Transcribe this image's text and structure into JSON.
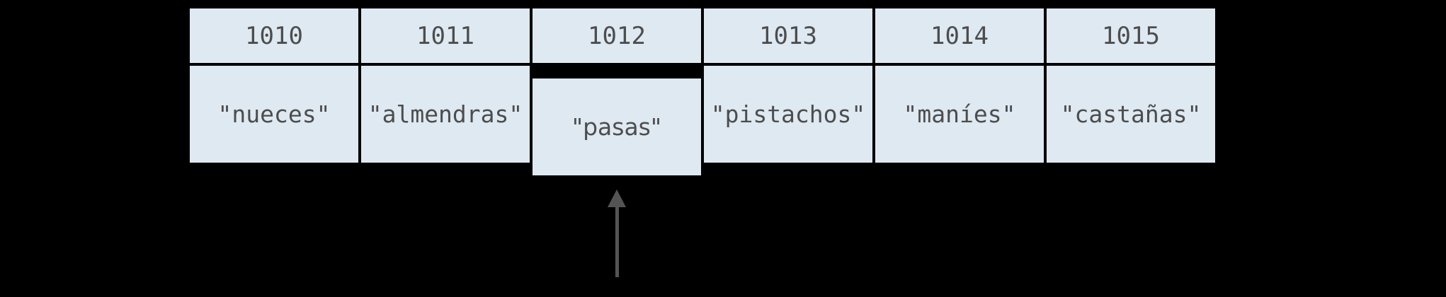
{
  "memory_diagram": {
    "cells": [
      {
        "address": "1010",
        "value": "\"nueces\""
      },
      {
        "address": "1011",
        "value": "\"almendras\""
      },
      {
        "address": "1012",
        "value": "\"pasas\"",
        "highlighted": true
      },
      {
        "address": "1013",
        "value": "\"pistachos\""
      },
      {
        "address": "1014",
        "value": "\"maníes\""
      },
      {
        "address": "1015",
        "value": "\"castañas\""
      }
    ],
    "pointer": {
      "icon": "up-arrow",
      "target_address": "1012",
      "target_value": "\"pasas\""
    }
  },
  "colors": {
    "background": "#000000",
    "cell_background": "#dee9f2",
    "text": "#4d4d4d",
    "arrow": "#545454"
  }
}
